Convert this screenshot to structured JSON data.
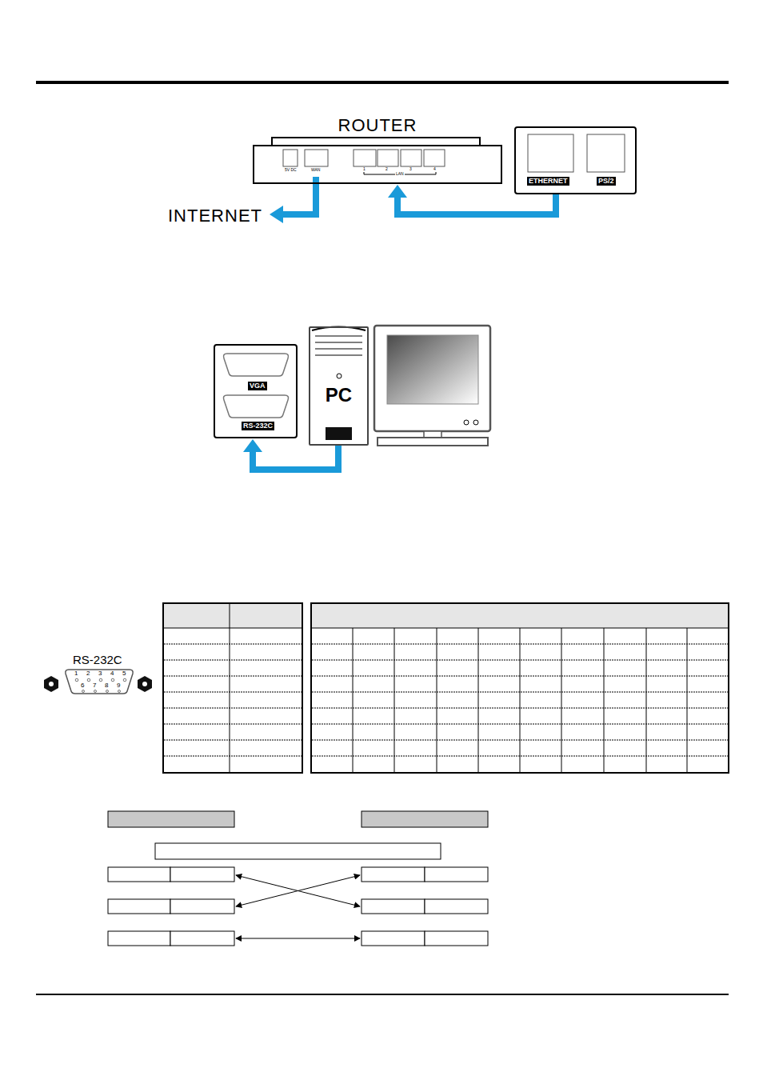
{
  "diagram": {
    "nodes": [
      {
        "text": [
          "ROUTER"
        ]
      },
      {
        "text": [
          "ETHERNET",
          "PS/2"
        ]
      },
      {
        "text": [
          "VGA",
          "RS-232C"
        ]
      },
      {
        "text": [
          "PC"
        ]
      }
    ],
    "edges": [
      {
        "from": 1,
        "to": 0,
        "arrow": "to"
      },
      {
        "from": 3,
        "to": 2,
        "arrow": "to"
      }
    ],
    "labels": [
      "INTERNET",
      "5V DC",
      "WAN",
      "1",
      "2",
      "3",
      "4",
      "LAN",
      "RS-232C",
      "1",
      "2",
      "3",
      "4",
      "5",
      "6",
      "7",
      "8",
      "9"
    ]
  }
}
